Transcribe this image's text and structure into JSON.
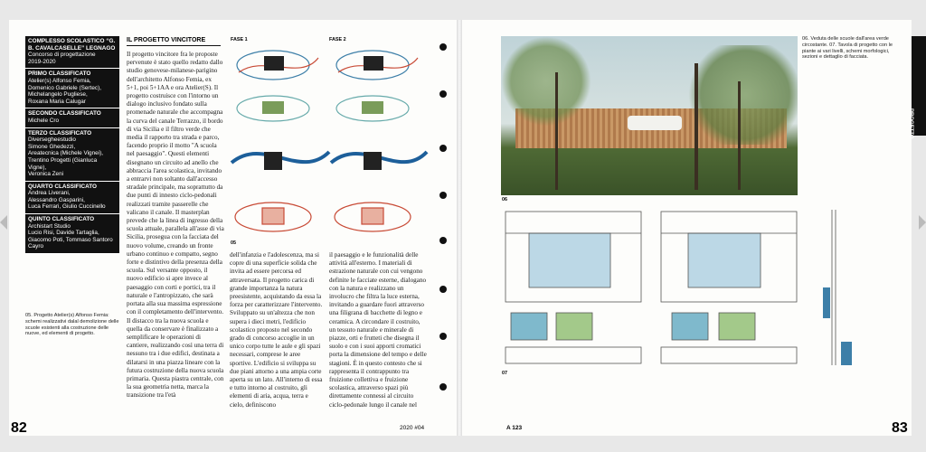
{
  "sidebar": {
    "blocks": [
      {
        "title": "COMPLESSO SCOLASTICO “G. B. CAVALCASELLE” LEGNAGO",
        "lines": [
          "Concorso di progettazione",
          "2019-2020"
        ]
      },
      {
        "title": "PRIMO CLASSIFICATO",
        "lines": [
          "Atelier(s) Alfonso Femia,",
          "Domenico Gabriele (Sertec),",
          "Michelangelo Pugliese,",
          "Roxana Maria Calugar"
        ]
      },
      {
        "title": "SECONDO CLASSIFICATO",
        "lines": [
          "Michele Cro"
        ]
      },
      {
        "title": "TERZO CLASSIFICATO",
        "lines": [
          "Diversegheestudio",
          "Simone Ghedezzi,",
          "Areatecnica (Michele Vignei),",
          "Trentino Progetti (Gianluca Vigne),",
          "Veronica Zeni"
        ]
      },
      {
        "title": "QUARTO CLASSIFICATO",
        "lines": [
          "Andrea Liverani,",
          "Alessandro Gasparini,",
          "Luca Ferrari, Giulio Cuccinello"
        ]
      },
      {
        "title": "QUINTO CLASSIFICATO",
        "lines": [
          "Archistart Studio",
          "Lucio Risi, Davide Tartaglia,",
          "Giacomo Poti, Tommaso Santoro",
          "Cayro"
        ]
      }
    ]
  },
  "caption_left": "05. Progetto Atelier(s) Alfonso Femia: schemi realizzativi dalal demolizione delle scuole esistenti alla costruzione delle nuove, ed elementi di progetto.",
  "section_title": "IL PROGETTO VINCITORE",
  "col1": "Il progetto vincitore fra le proposte pervenute è stato quello redatto dallo studio genovese-milanese-parigino dell'architetto Alfonso Femia, ex 5+1, poi 5+1AA e ora Atelier(S). Il progetto costruisce con l'intorno un dialogo inclusivo fondato sulla promenade naturale che accompagna la curva del canale Terrazzo, il bordo di via Sicilia e il filtro verde che media il rapporto tra strada e parco, facendo proprio il motto \"A scuola nel paesaggio\". Questi elementi disegnano un circuito ad anello che abbraccia l'area scolastica, invitando a entrarvi non soltanto dall'accesso stradale principale, ma soprattutto da due punti di innesto ciclo-pedonali realizzati tramite passerelle che valicano il canale. Il masterplan prevede che la linea di ingresso della scuola attuale, parallela all'asse di via Sicilia, prosegua con la facciata del nuovo volume, creando un fronte urbano continuo e compatto, segno forte e distintivo della presenza della scuola. Sul versante opposto, il nuovo edificio si apre invece al paesaggio con corti e portici, tra il naturale e l'antropizzato, che sarà portata alla sua massima espressione con il completamento dell'intervento. Il distacco tra la nuova scuola e quella da conservare è finalizzato a semplificare le operazioni di cantiere, realizzando così una terra di nessuno tra i due edifici, destinata a dilatarsi in una piazza lineare con la futura costruzione della nuova scuola primaria. Questa piastra centrale, con la sua geometria netta, marca la transizione tra l'età",
  "col2": "dell'infanzia e l'adolescenza, ma si copre di una superficie solida che invita ad essere percorsa ed attraversata. Il progetto carica di grande importanza la natura preesistente, acquistando da essa la forza per caratterizzare l'intervento. Sviluppato su un'altezza che non supera i dieci metri, l'edificio scolastico proposto nel secondo grado di concorso accoglie in un unico corpo tutte le aule e gli spazi necessari, comprese le aree sportive. L'edificio si sviluppa su due piani attorno a una ampia corte aperta su un lato. All'interno di essa e tutto intorno al costruito, gli elementi di aria, acqua, terra e cielo, definiscono",
  "col3": "il paesaggio e le funzionalità delle attività all'esterno. I materiali di estrazione naturale con cui vengono definite le facciate esterne, dialogano con la natura e realizzano un involucro che filtra la luce esterna, invitando a guardare fuori attraverso una filigrana di bacchette di legno e ceramica. A circondare il costruito, un tessuto naturale e minerale di piazze, orti e frutteti che disegna il suolo e con i suoi apporti cromatici porta la dimensione del tempo e delle stagioni. È in questo contesto che si rappresenta il contrappunto tra fruizione collettiva e fruizione scolastica, attraverso spazi più direttamente connessi al circuito ciclo-pedonale lungo il canale nel",
  "diagram": {
    "phase1": "FASE 1",
    "phase2": "FASE 2",
    "label": "05"
  },
  "render_label": "06",
  "drawings_label": "07",
  "caption_right": "06. Veduta delle scuole dall'area verde circostante. 07. Tavola di progetto con le piante ai vari livelli, schemi morfologici, sezioni e dettaglio di facciata.",
  "tab_label": "PROGETTO",
  "footer": {
    "page_left": "82",
    "page_right": "83",
    "issue": "2020 #04",
    "magazine": "A 123"
  },
  "colors": {
    "sidebar_bg": "#111111",
    "accent_blue": "#3d7fa8",
    "accent_red": "#c84a35"
  }
}
